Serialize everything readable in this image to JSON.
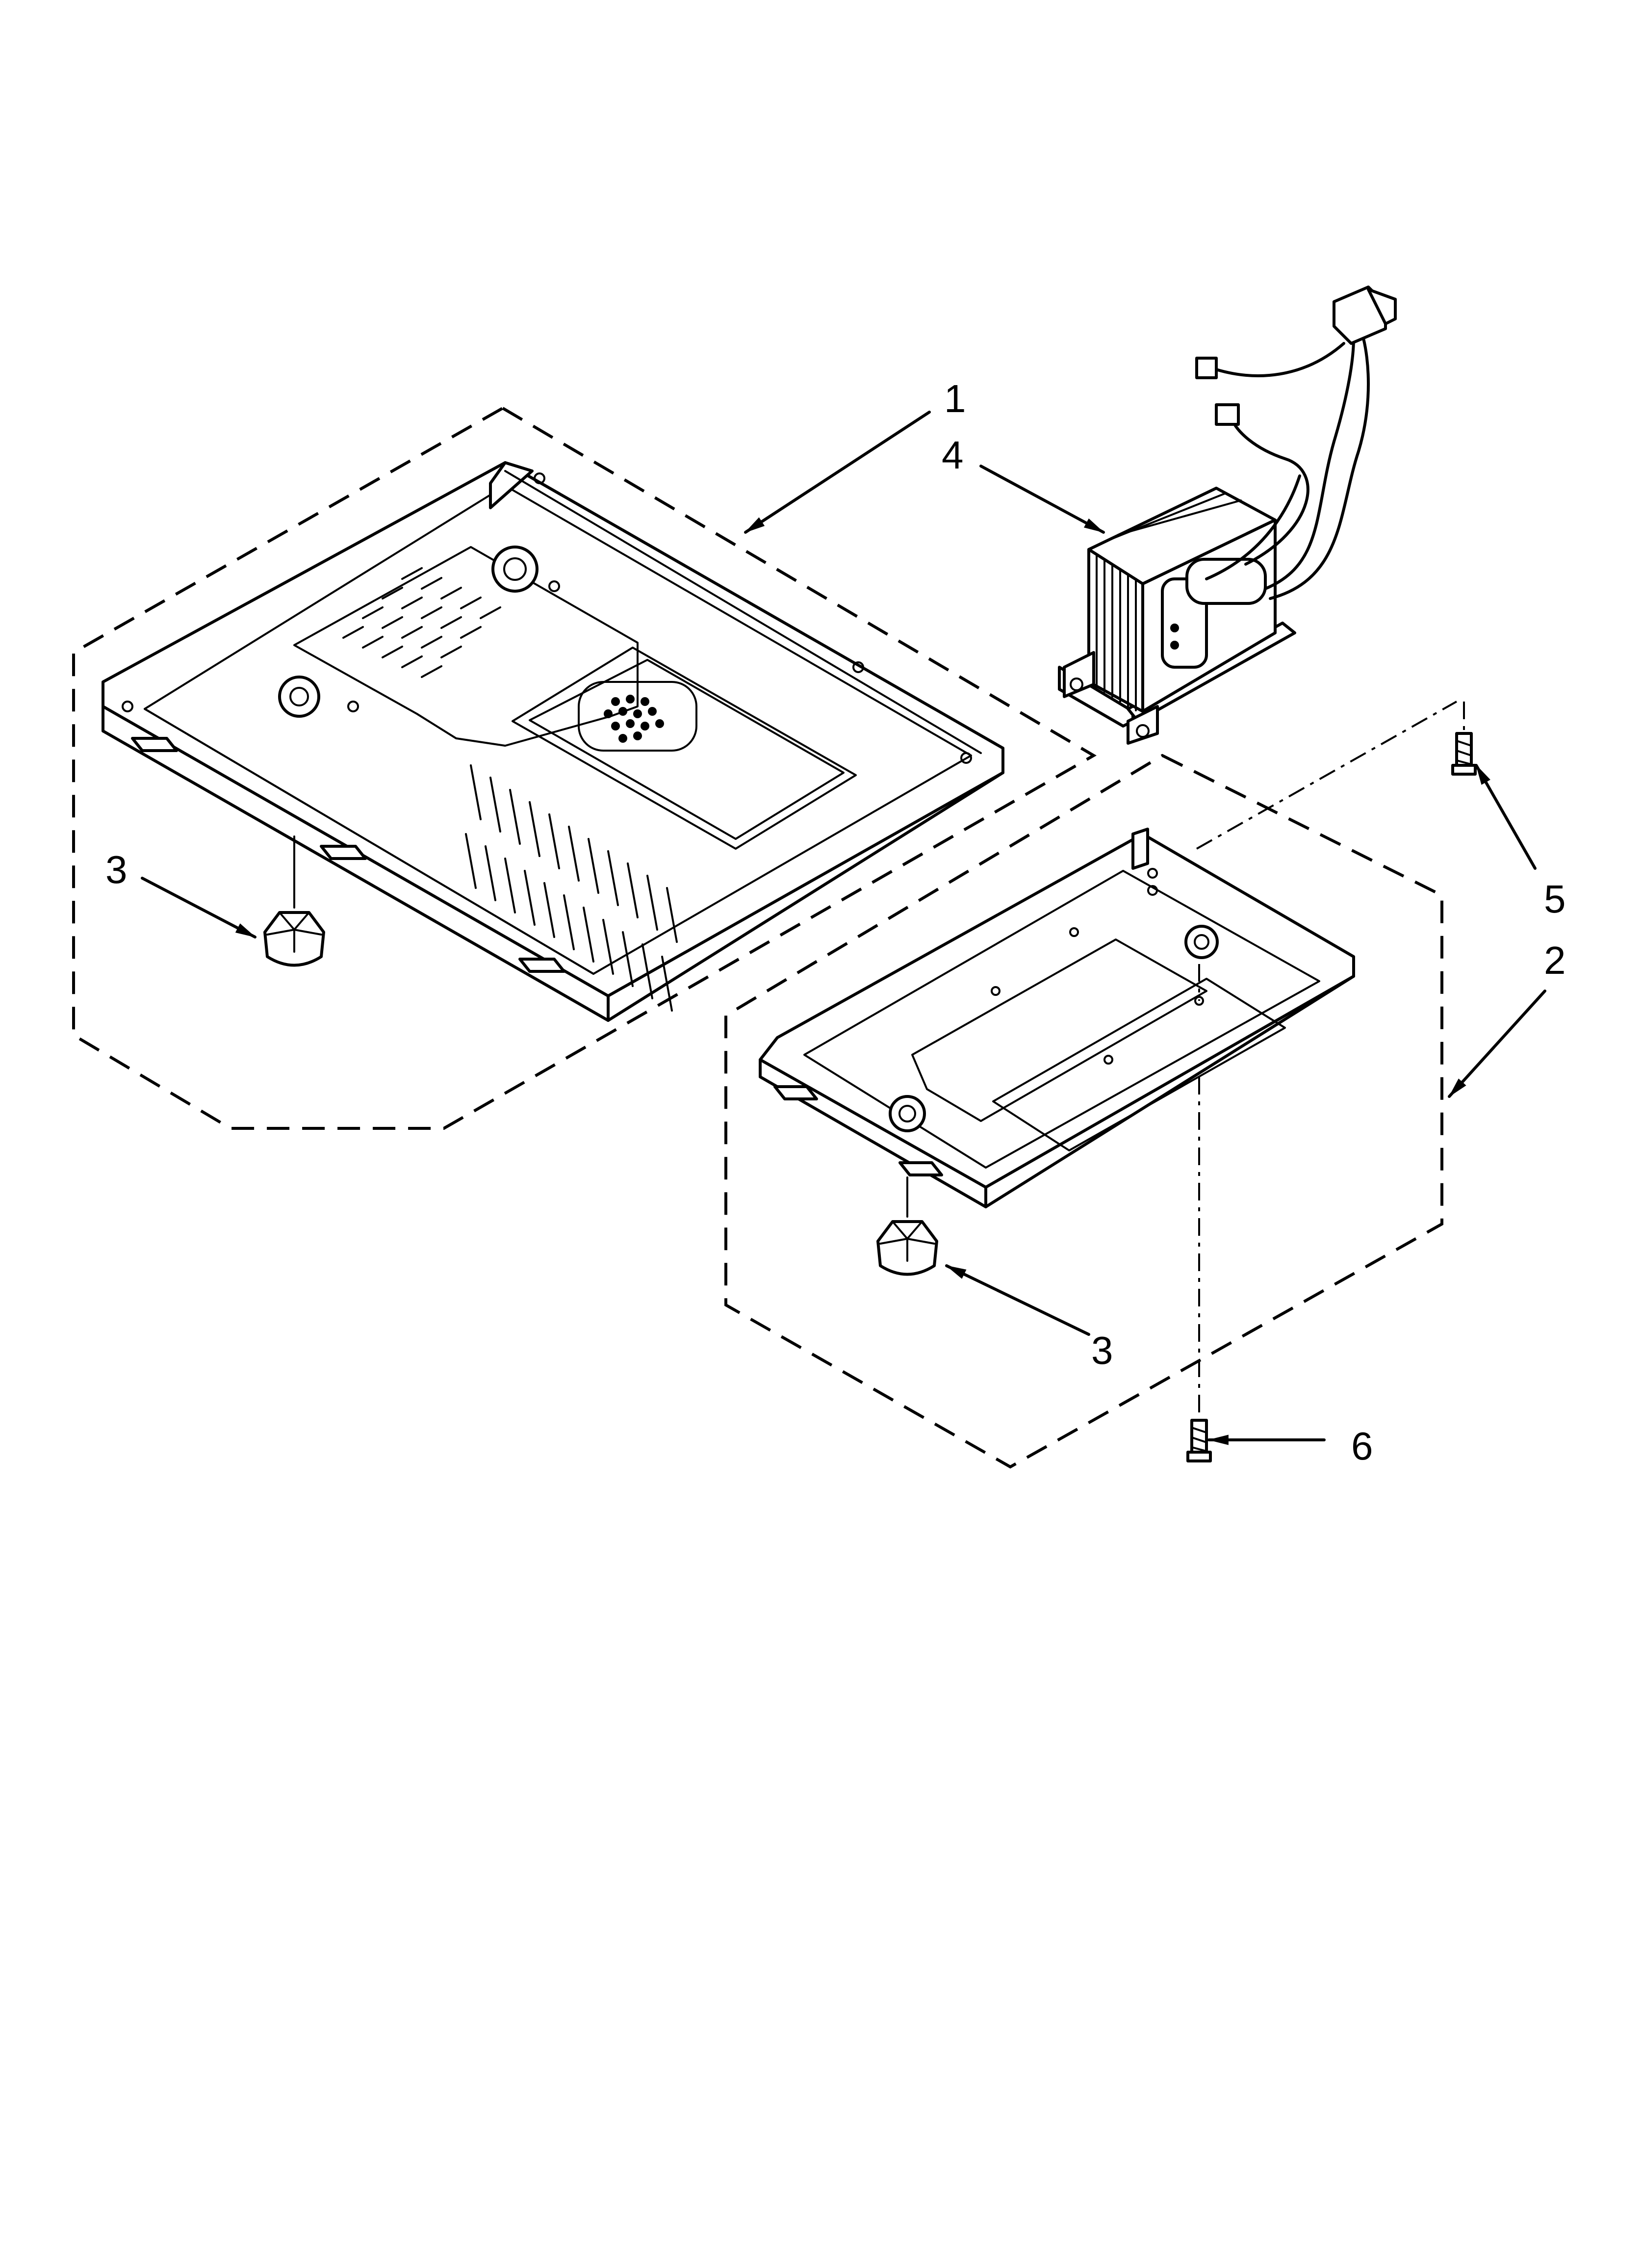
{
  "callouts": {
    "c1": "1",
    "c2": "2",
    "c3a": "3",
    "c3b": "3",
    "c4": "4",
    "c5": "5",
    "c6": "6"
  },
  "colors": {
    "ink": "#000000",
    "paper": "#ffffff"
  }
}
